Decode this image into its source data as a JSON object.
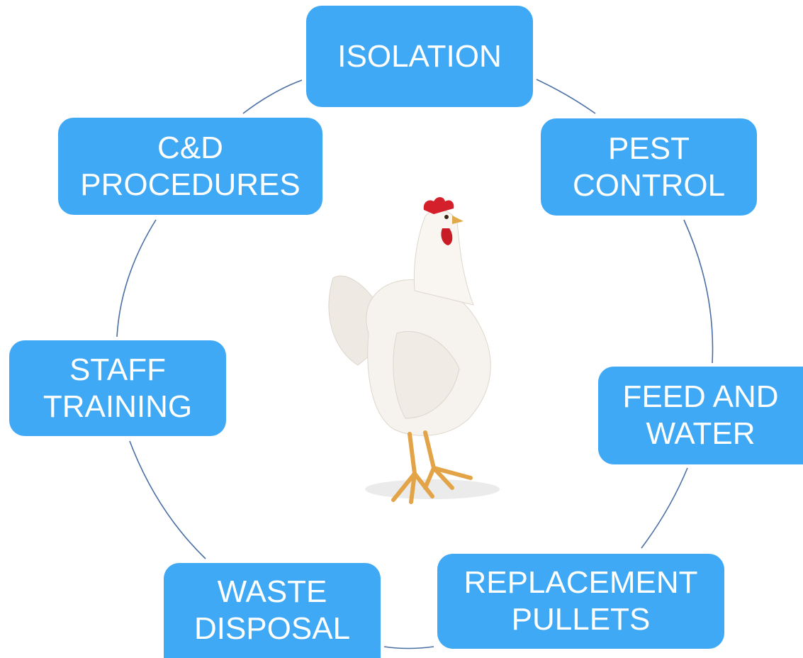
{
  "diagram": {
    "nodes": {
      "isolation": {
        "lines": [
          "ISOLATION"
        ]
      },
      "pest_control": {
        "lines": [
          "PEST",
          "CONTROL"
        ]
      },
      "feed_water": {
        "lines": [
          "FEED AND",
          "WATER"
        ]
      },
      "replacement_pullets": {
        "lines": [
          "REPLACEMENT",
          "PULLETS"
        ]
      },
      "waste_disposal": {
        "lines": [
          "WASTE",
          "DISPOSAL"
        ]
      },
      "staff_training": {
        "lines": [
          "STAFF",
          "TRAINING"
        ]
      },
      "cd_procedures": {
        "lines": [
          "C&D",
          "PROCEDURES"
        ]
      }
    },
    "colors": {
      "node_fill": "#3fa9f5",
      "node_text": "#ffffff",
      "ring_line": "#4a6fa5"
    },
    "center_image": "white-hen-illustration"
  }
}
